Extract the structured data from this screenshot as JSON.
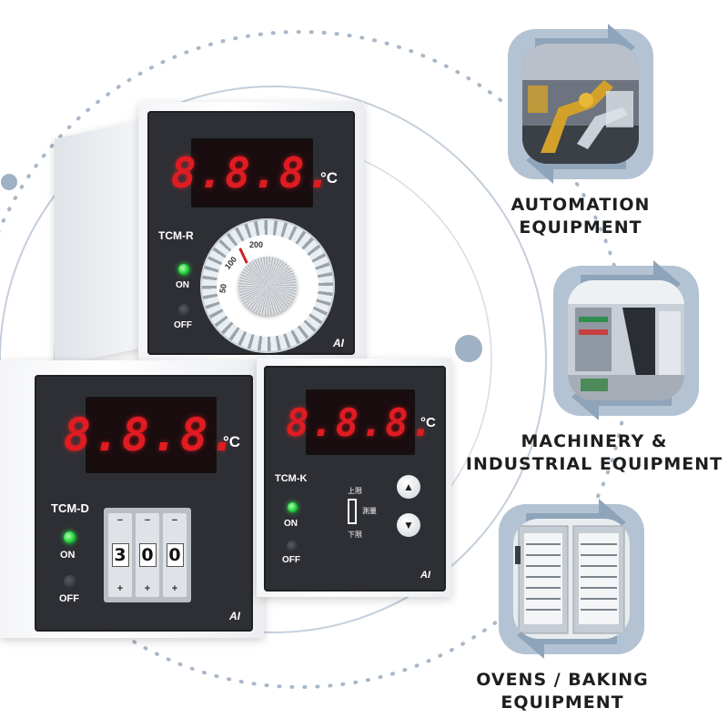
{
  "units": {
    "tcm_r": {
      "display": "8.8.8.",
      "unit_symbol": "°C",
      "model": "TCM-R",
      "on_label": "ON",
      "off_label": "OFF",
      "brand": "AI",
      "dial_marks": [
        "200",
        "100",
        "50"
      ]
    },
    "tcm_d": {
      "display": "8.8.8.",
      "unit_symbol": "°C",
      "model": "TCM-D",
      "on_label": "ON",
      "off_label": "OFF",
      "brand": "AI",
      "digits": [
        "3",
        "0",
        "0"
      ]
    },
    "tcm_k": {
      "display": "8.8.8.",
      "unit_symbol": "°C",
      "model": "TCM-K",
      "on_label": "ON",
      "off_label": "OFF",
      "brand": "AI",
      "upper_label": "上限",
      "lower_label": "下限",
      "measure_label": "測量"
    }
  },
  "applications": [
    {
      "line1": "AUTOMATION",
      "line2": "EQUIPMENT"
    },
    {
      "line1": "MACHINERY &",
      "line2": "INDUSTRIAL EQUIPMENT"
    },
    {
      "line1": "OVENS / BAKING",
      "line2": "EQUIPMENT"
    }
  ],
  "colors": {
    "display_red": "#e01b22",
    "led_green": "#1fd13a",
    "tile_frame": "#a9bccd",
    "dotted_ring": "#9fb1c4"
  }
}
